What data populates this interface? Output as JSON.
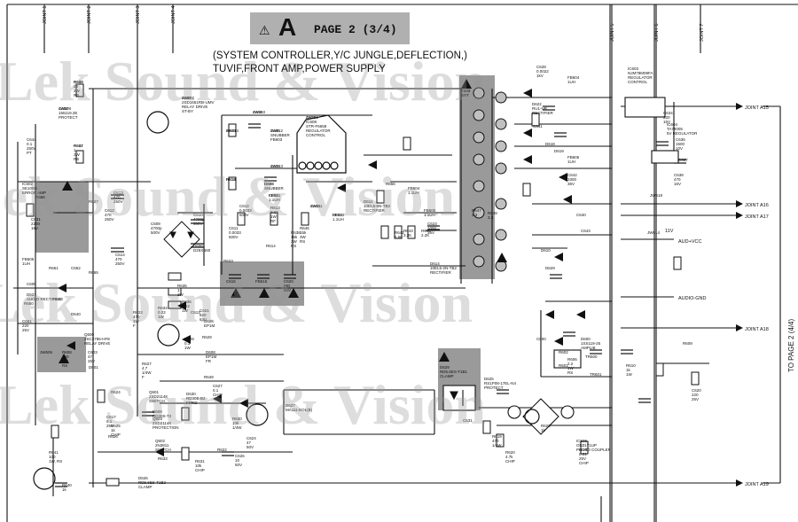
{
  "header": {
    "warning_glyph": "⚠",
    "letter": "A",
    "page": "PAGE 2 (3/4)",
    "subtitle_line1": "SYSTEM CONTROLLER,Y/C JUNGLE,DEFLECTION,",
    "subtitle_line2": "TUVIF,FRONT AMP,POWER SUPPLY"
  },
  "watermark": {
    "text": "Lek Sound & Vision"
  },
  "side_label": "TO PAGE 2 (4/4)",
  "colors": {
    "line": "#111111",
    "shade": "#9a9a9a",
    "header_bg": "#b0b0b0",
    "watermark": "#969696"
  },
  "joints_top": [
    "JOINT 1",
    "JOINT 2",
    "JOINT 3",
    "JOINT 4",
    "JOINT 5",
    "JOINT 6",
    "JOINT 7"
  ],
  "joints_right": [
    "JOINT A15",
    "JOINT A16",
    "JOINT A17",
    "JOINT A18",
    "JOINT A19"
  ],
  "right_labels": [
    "11V",
    "AUD+VCC",
    "AUDIO-GND"
  ],
  "components": [
    "C602\n155119.2E\nPROTECT",
    "R603\n22\n2W\nRS",
    "R607\n1\n2W\nRS",
    "D607\n2SD1651RB-UMV\nRELAY DRIVE\nST-BY",
    "C616",
    "C617\nIC608\nSTR-F6658\nREGULATOR\nCONTROL",
    "D605\nSNUBBER\nFB603",
    "C618",
    "C619",
    "R615",
    "R616",
    "D603\nSNUBBER",
    "FB601\n1.1UH",
    "FB602\n1.1UH",
    "D611\n10EL5-6N-TB2\nRECTIFIER",
    "R656",
    "FB604\n1.1UH",
    "FB600\n1.1UH",
    "C623\n1000\n35V",
    "R642\n5.6K",
    "R643\n3.3K",
    "R644\n2.2K",
    "D614\n10EL5-2N-TB2\nRECTIFIER",
    "T603\nSRT",
    "R647\n3.3",
    "R648\n3.3",
    "C628\n0.0022\n1kV",
    "FB604\n1UH",
    "D622\nRU1-NR\nRECTIFIER",
    "C641",
    "D618",
    "D619",
    "FB605\n1UH",
    "C642\n3300\n35V",
    "IC603\nNJM78M09FA\nREGULATOR\nCONTROL",
    "C634\n220\n16V",
    "IC604\nTA78005\n5V REGULATOR",
    "C636\n1500\n10V",
    "C637",
    "C638\n470\n16V",
    "JW618",
    "JW614",
    "C640",
    "C643",
    "D610",
    "D629",
    "R623",
    "R627",
    "C612\n470\n250V",
    "C613\n470\n250V",
    "C614\n470\n250V",
    "C609\n4700p\n500V",
    "C610\n4700p\n500V",
    "D606\nD25XB60",
    "C611\n0.0033\n500V",
    "C612\n0.0033\n500V",
    "R613\n0.22\n1W\nRF",
    "R614",
    "R638\n15k\n3W\nRS",
    "R646\n15k\n3W\nRS",
    "C615",
    "FB615",
    "C620\nMO\n50V",
    "C621\n820\n63V",
    "R634\n0.22\n1W",
    "R635\n1\n1W",
    "R636\n0.22\n1W",
    "C613",
    "D628\nEP1M",
    "R623\n470\n1W\nF",
    "R627\n4.7\n1/4W\nF",
    "R628\n0.1\n1W",
    "R629",
    "D608\nEP1M\nFR",
    "Q601\n2SD2114K\nSWITCH",
    "D609\nRD30S-T2",
    "D630\nRD30E-B2\nFPRO",
    "R630\n10k\n1/4W",
    "C624\n47\n50V",
    "D627\nMA111-EOL(B)",
    "R622",
    "R631\n10k\nCHIP",
    "Q603\n2SD2114K\nPROTECTION",
    "Q602\n2N3811\nSWITCH",
    "R633",
    "R624",
    "C617\n0.1\n25V",
    "R625\n1k\nCHIP",
    "R626",
    "D626\nRD5.6ES-T1B2\nCLAMP",
    "C626\n10\n50V",
    "R649",
    "C627\n0.1\nCHIP",
    "D629\nRD5.6ES-T1B1\nCLAMP",
    "D625\nRS1P08-17EL-N4\nPROTECT",
    "C631",
    "R619\n470\n1/4W",
    "R620\n4.7k\nCHIP",
    "R620\n1k",
    "IC606\nON3171UP\nPHOTO COUPLER",
    "C640\n0.01\n25V\nCHIP",
    "R641\n100\n1W, RS",
    "R640\n1k",
    "C644\n0.1\n250V\nPT",
    "IC602\nSE105N\nERROR AMP",
    "R656",
    "JW606",
    "R608\n150\n1W\nRS",
    "Q600\n2SC2785-HFE\nRELAY DRIVE",
    "C603\n47\n25V",
    "D601",
    "C600",
    "R602",
    "R601",
    "R606\n2.2\n1W\nRS",
    "D600\n1SS119-25\nAMPLIB",
    "TR600",
    "TR601",
    "R609",
    "R610\n1k\n1W",
    "C620\n220\n25V",
    "C631\n2200\n16V",
    "FB605\n1UH",
    "D621\nAUDIO RECTIFIER",
    "R650",
    "C651\n220\n25V",
    "R661",
    "C652",
    "D640",
    "R665",
    "C605",
    "R613",
    "JW608",
    "R618",
    "R611",
    "JW602",
    "JW603",
    "JW601",
    "JW612",
    "JW613",
    "JW611",
    "JW614",
    "R612",
    "C606",
    "C601",
    "D604"
  ]
}
